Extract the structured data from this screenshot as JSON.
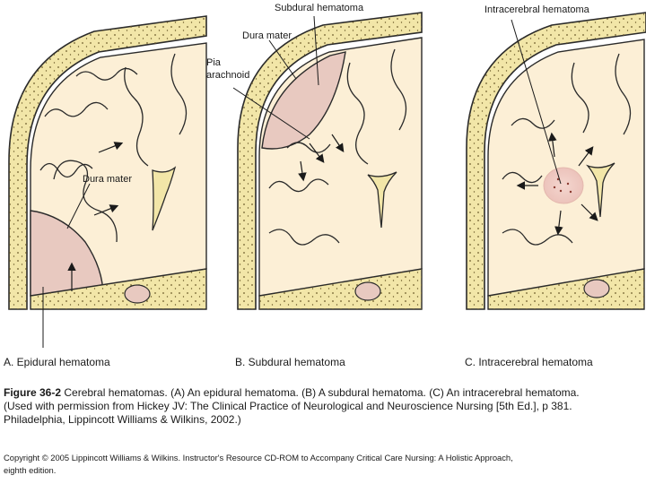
{
  "labels": {
    "panel_a_dura": "Dura mater",
    "panel_b_subdural": "Subdural hematoma",
    "panel_b_dura": "Dura mater",
    "panel_b_pia": "Pia",
    "panel_b_arachnoid": "arachnoid",
    "panel_c_intracerebral": "Intracerebral hematoma"
  },
  "captions": {
    "a": "A. Epidural hematoma",
    "b": "B. Subdural hematoma",
    "c": "C. Intracerebral hematoma"
  },
  "figure_caption": {
    "label": "Figure 36-2",
    "line1_rest": " Cerebral hematomas. (A) An epidural hematoma. (B) A subdural hematoma. (C) An intracerebral hematoma.",
    "line2": "(Used with permission from Hickey JV: The Clinical Practice of Neurological and Neuroscience Nursing [5th Ed.], p 381.",
    "line3": "Philadelphia, Lippincott Williams & Wilkins, 2002.)"
  },
  "copyright": {
    "line1": "Copyright © 2005 Lippincott Williams & Wilkins.  Instructor's Resource CD-ROM to Accompany Critical Care Nursing: A Holistic Approach,",
    "line2": "eighth edition."
  },
  "colors": {
    "brain": "#fcefd6",
    "hematoma": "#e8c9c0",
    "skull": "#f2e6a8",
    "outline": "#2a2a2a"
  }
}
